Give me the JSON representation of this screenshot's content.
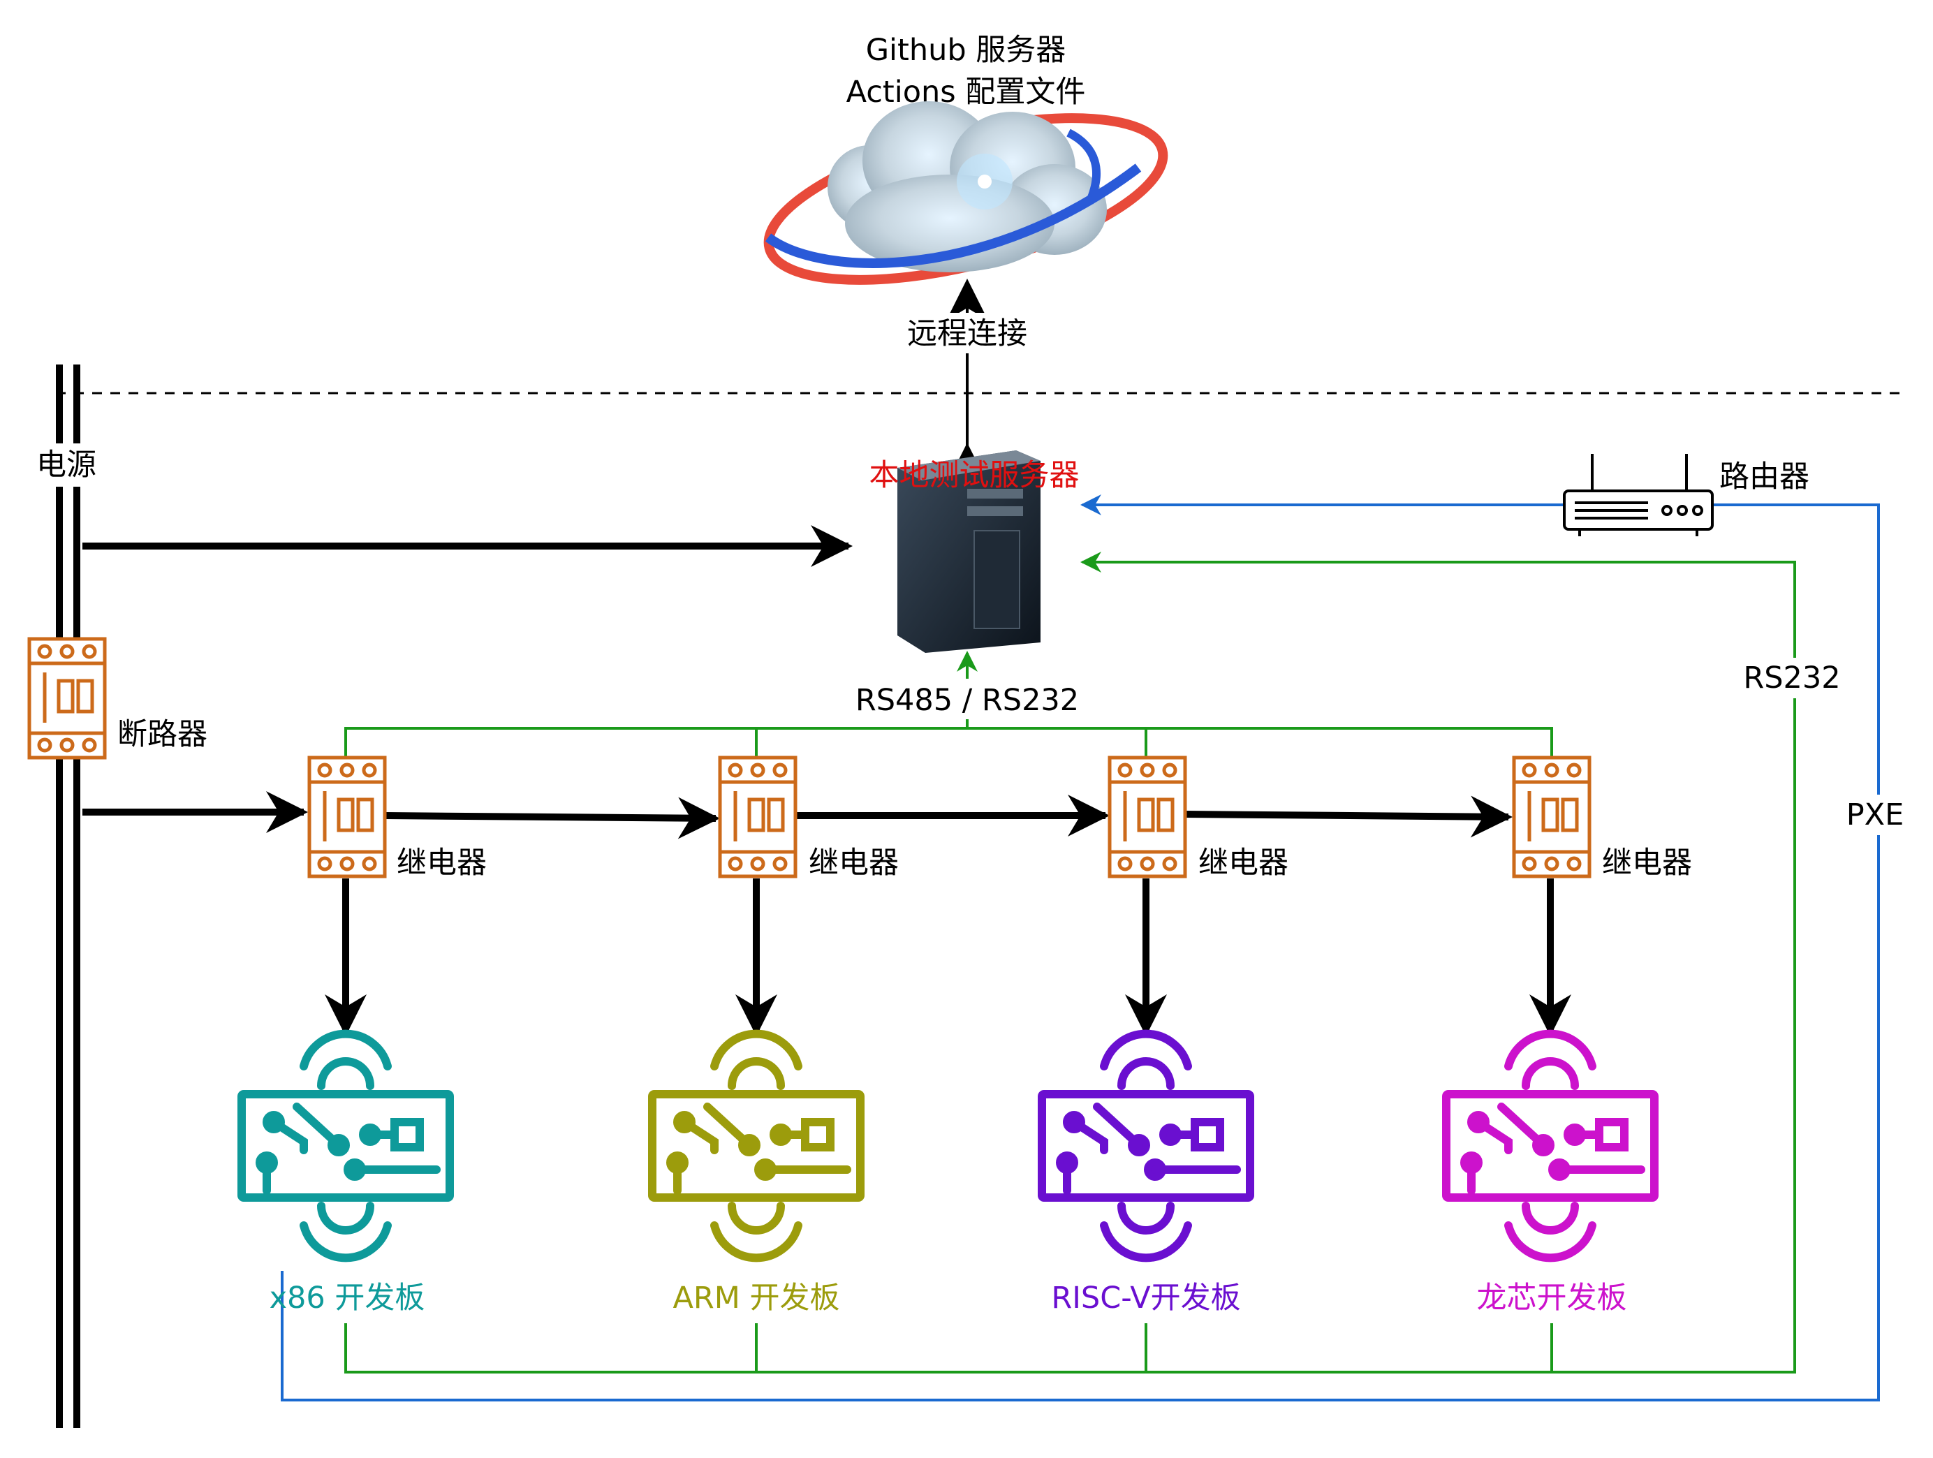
{
  "cloud": {
    "title_line1": "Github 服务器",
    "title_line2": "Actions 配置文件",
    "link_label": "远程连接"
  },
  "power": {
    "label": "电源"
  },
  "breaker": {
    "label": "断路器"
  },
  "server": {
    "label": "本地测试服务器"
  },
  "router": {
    "label": "路由器"
  },
  "links": {
    "bus_label": "RS485 / RS232",
    "rs232_label": "RS232",
    "pxe_label": "PXE"
  },
  "relays": [
    {
      "label": "继电器"
    },
    {
      "label": "继电器"
    },
    {
      "label": "继电器"
    },
    {
      "label": "继电器"
    }
  ],
  "boards": [
    {
      "label": "x86 开发板",
      "color": "#0e9a9a"
    },
    {
      "label": "ARM 开发板",
      "color": "#9c9c0c"
    },
    {
      "label": "RISC-V开发板",
      "color": "#6a0fd0"
    },
    {
      "label": "龙芯开发板",
      "color": "#cc12cc"
    }
  ],
  "colors": {
    "relay": "#cc6a1a",
    "green_line": "#1a9a1a",
    "blue_line": "#1a6ad0",
    "server_label": "#e01010"
  }
}
